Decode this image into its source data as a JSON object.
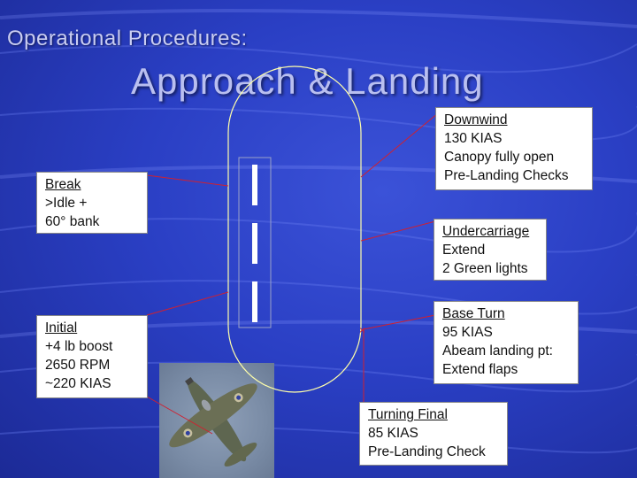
{
  "slide": {
    "subtitle": "Operational Procedures:",
    "title": "Approach & Landing"
  },
  "boxes": {
    "break": {
      "lines": [
        "Break",
        ">Idle +",
        "60° bank"
      ]
    },
    "initial": {
      "lines": [
        "Initial",
        "+4 lb boost",
        "2650 RPM",
        "~220 KIAS"
      ]
    },
    "downwind": {
      "lines": [
        "Downwind",
        "130 KIAS",
        "Canopy fully open",
        "Pre-Landing Checks"
      ]
    },
    "undercarriage": {
      "lines": [
        "Undercarriage",
        "Extend",
        "2 Green lights"
      ]
    },
    "base_turn": {
      "lines": [
        "Base Turn",
        "95 KIAS",
        "Abeam landing pt:",
        "Extend flaps"
      ]
    },
    "turning_final": {
      "lines": [
        "Turning Final",
        "85 KIAS",
        "Pre-Landing Check"
      ]
    }
  },
  "colors": {
    "circuit_line": "#ffffaa",
    "leader_line": "#d02030",
    "runway": "#ffffff"
  }
}
